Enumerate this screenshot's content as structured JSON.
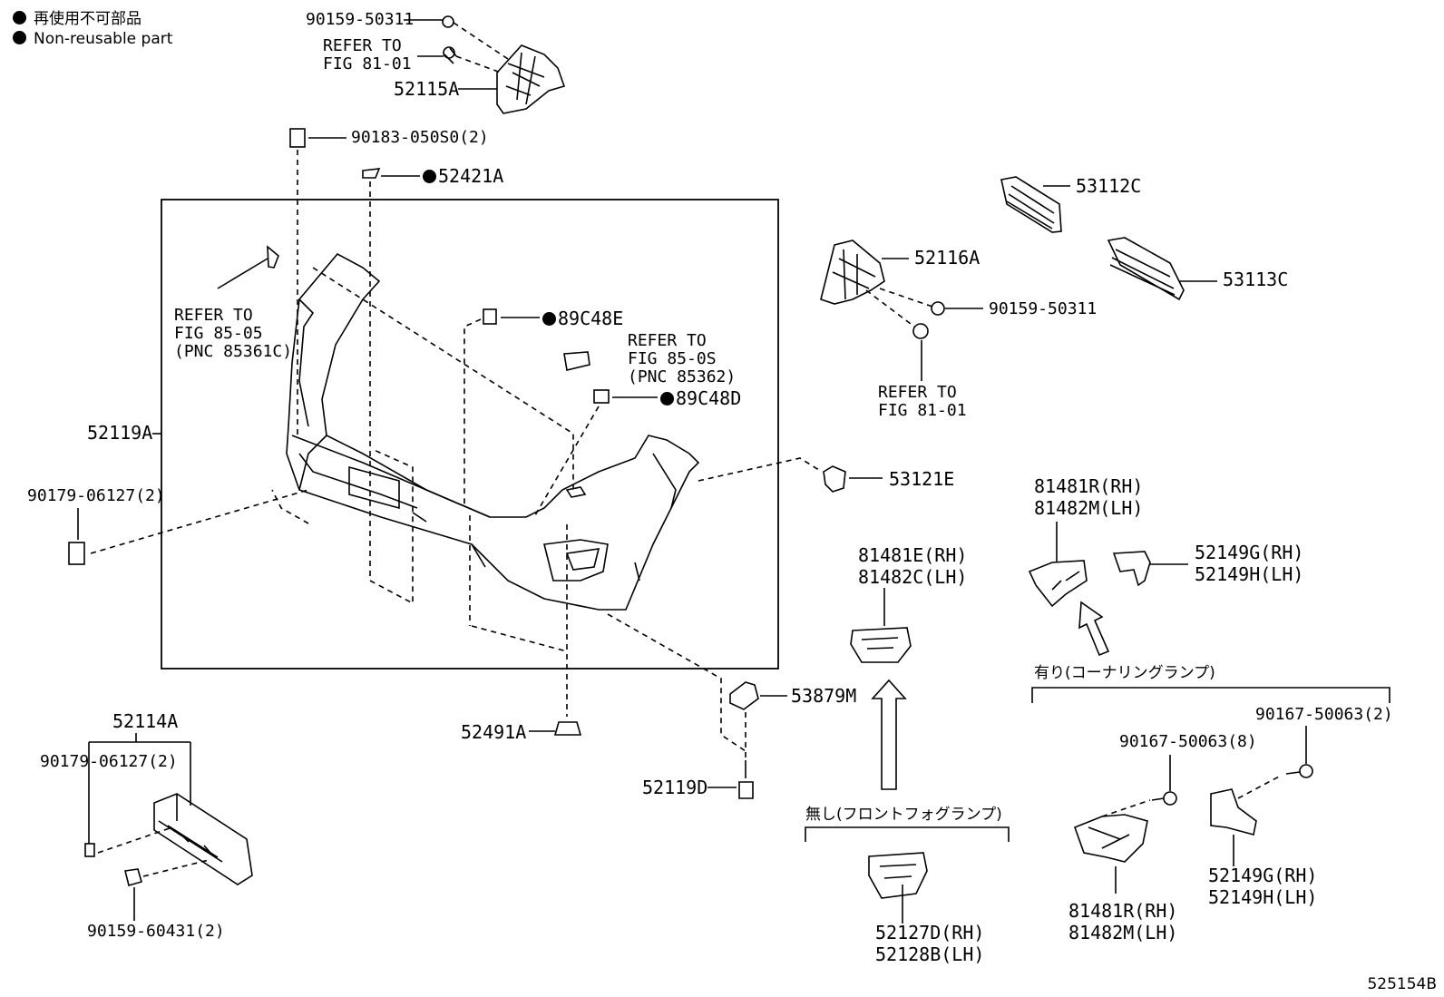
{
  "legend": {
    "items": [
      {
        "text": "再使用不可部品"
      },
      {
        "text": "Non-reusable part"
      }
    ]
  },
  "labels": {
    "p90159_50311_top": "90159-50311",
    "refer_81_01_top_a": "REFER TO",
    "refer_81_01_top_b": "FIG 81-01",
    "p52115A": "52115A",
    "p90183_050S0": "90183-050S0(2)",
    "p52421A": "52421A",
    "refer_85_05_a": "REFER TO",
    "refer_85_05_b": "FIG 85-05",
    "refer_85_05_c": "(PNC 85361C)",
    "p89C48E": "89C48E",
    "refer_85_0S_a": "REFER TO",
    "refer_85_0S_b": "FIG 85-0S",
    "refer_85_0S_c": "(PNC 85362)",
    "p89C48D": "89C48D",
    "p52119A": "52119A",
    "p90179_06127_left": "90179-06127(2)",
    "p53112C": "53112C",
    "p52116A": "52116A",
    "p53113C": "53113C",
    "p90159_50311_right": "90159-50311",
    "refer_81_01_right_a": "REFER TO",
    "refer_81_01_right_b": "FIG 81-01",
    "p53121E": "53121E",
    "p81481R_top": "81481R(RH)",
    "p81482M_top": "81482M(LH)",
    "p81481E": "81481E(RH)",
    "p81482C": "81482C(LH)",
    "p52149G_top": "52149G(RH)",
    "p52149H_top": "52149H(LH)",
    "with_cornering": "有り(コーナリングランプ)",
    "p90167_50063_2": "90167-50063(2)",
    "p90167_50063_8": "90167-50063(8)",
    "p53879M": "53879M",
    "p52491A": "52491A",
    "p52119D": "52119D",
    "p52114A": "52114A",
    "p90179_06127_bottom": "90179-06127(2)",
    "p90159_60431": "90159-60431(2)",
    "without_foglamp": "無し(フロントフォグランプ)",
    "p52127D": "52127D(RH)",
    "p52128B": "52128B(LH)",
    "p52149G_bottom": "52149G(RH)",
    "p52149H_bottom": "52149H(LH)",
    "p81481R_bottom": "81481R(RH)",
    "p81482M_bottom": "81482M(LH)"
  },
  "figure_id": "525154B"
}
